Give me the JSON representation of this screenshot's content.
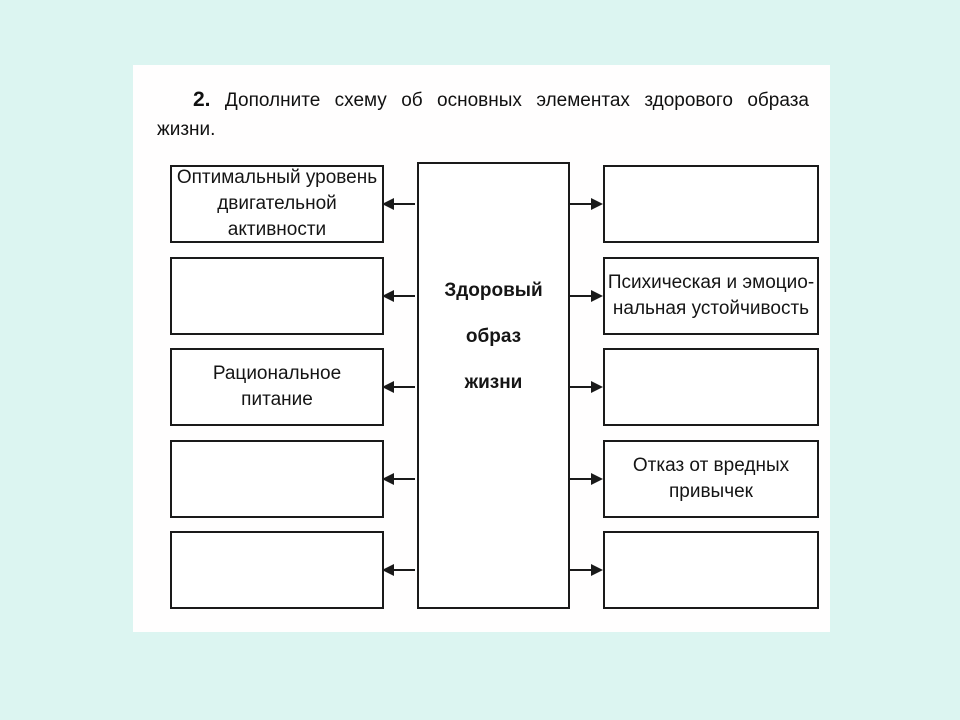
{
  "title": {
    "number": "2.",
    "line1": "Дополните схему об основных элементах здорового образа",
    "line2": "жизни."
  },
  "diagram": {
    "center": {
      "label": "Здоровый\nобраз\nжизни"
    },
    "left_boxes": [
      {
        "label": "Оптимальный уровень\nдвигательной\nактивности"
      },
      {
        "label": ""
      },
      {
        "label": "Рациональное\nпитание"
      },
      {
        "label": ""
      },
      {
        "label": ""
      }
    ],
    "right_boxes": [
      {
        "label": ""
      },
      {
        "label": "Психическая и эмоцио-\nнальная устойчивость"
      },
      {
        "label": ""
      },
      {
        "label": "Отказ от вредных\nпривычек"
      },
      {
        "label": ""
      }
    ]
  },
  "colors": {
    "page_background": "#dcf5f1",
    "sheet_background": "#ffffff",
    "line_color": "#1a1a1a",
    "text_color": "#151515"
  }
}
